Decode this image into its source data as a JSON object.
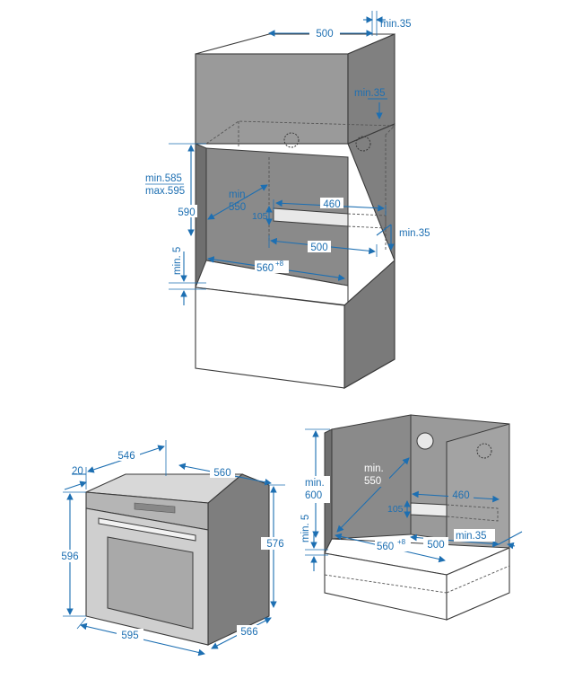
{
  "colors": {
    "dimension": "#1d6fb2",
    "cabinet_gray": "#9a9a9a",
    "cabinet_dark": "#7e7e7e",
    "oven_face": "#cfcfcf",
    "oven_window": "#a9a9a9",
    "background": "#ffffff"
  },
  "column_install": {
    "top_width": "500",
    "top_min_gap": "min.35",
    "side_min_gap": "min.35",
    "height_min": "min.585",
    "height_max": "max.595",
    "depth_min_label": "min.",
    "depth_min_value": "550",
    "opening_height": "590",
    "vent_width": "460",
    "vent_height": "105",
    "rear_min_gap": "min.35",
    "floor_depth": "500",
    "floor_gap": "min. 5",
    "inner_width": "560",
    "inner_width_tolerance": "+8"
  },
  "oven": {
    "panel_depth": "546",
    "front_thickness": "20",
    "body_depth": "560",
    "front_height": "596",
    "body_height": "576",
    "front_width": "595",
    "body_width": "566"
  },
  "undercounter_install": {
    "depth_min_label": "min.",
    "depth_min_value": "550",
    "height_min_label": "min.",
    "height_min_value": "600",
    "vent_height": "105",
    "vent_width": "460",
    "floor_gap": "min. 5",
    "inner_width": "560",
    "inner_width_tolerance": "+8",
    "floor_depth": "500",
    "rear_min_gap": "min.35"
  }
}
